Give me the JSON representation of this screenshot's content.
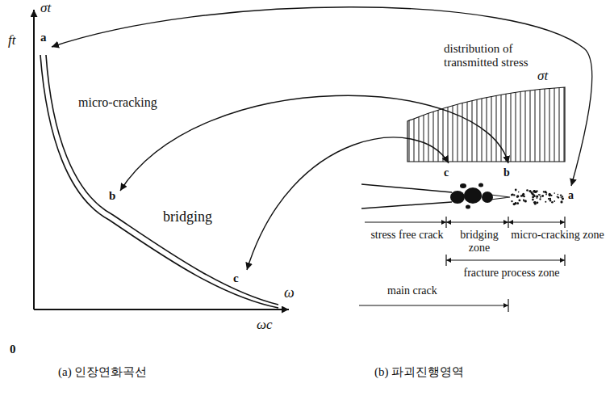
{
  "diagram": {
    "labels": [
      "σt",
      "ft",
      "a",
      "micro-cracking",
      "b",
      "bridging",
      "c",
      "ω",
      "0",
      "ωc",
      "distribution of transmitted stress",
      "σt",
      "c",
      "b",
      "a",
      "stress free crack",
      "bridging zone",
      "micro-cracking zone",
      "fracture process zone",
      "main crack",
      "(a) 인장연화곡선",
      "(b) 파괴진행영역"
    ]
  }
}
